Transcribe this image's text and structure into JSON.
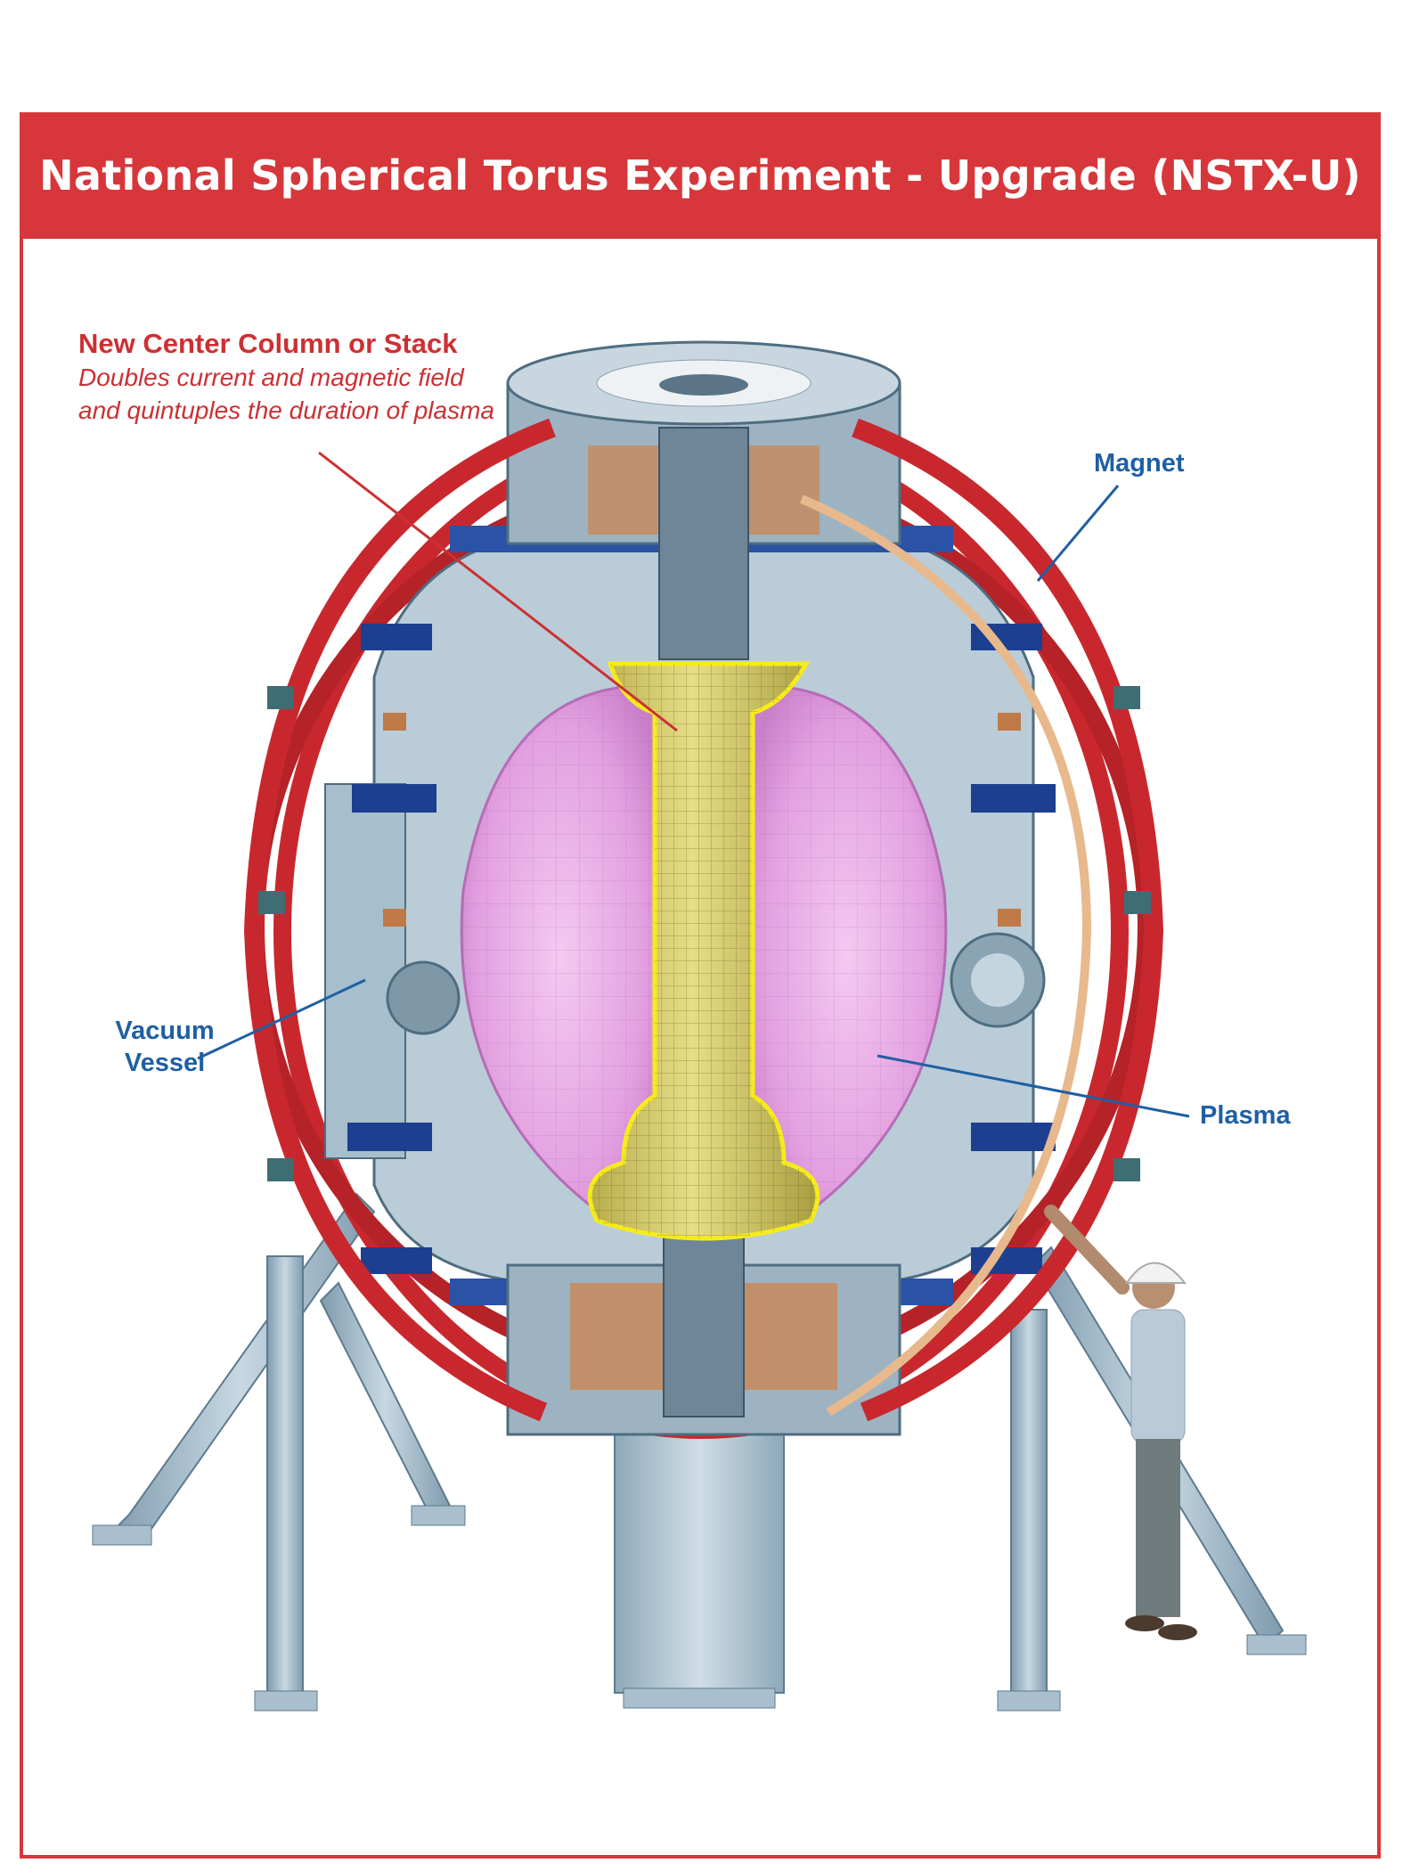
{
  "title": "National Spherical Torus Experiment - Upgrade (NSTX-U)",
  "callouts": {
    "center_column": {
      "heading": "New Center Column or Stack",
      "description": "Doubles current and magnetic field and quintuples the duration of plasma"
    },
    "magnet": "Magnet",
    "vacuum_vessel": "Vacuum Vessel",
    "plasma": "Plasma"
  },
  "colors": {
    "frame_red": "#d7373a",
    "callout_red": "#cc3033",
    "label_blue": "#1f5fa3",
    "plasma_pink": "#e8a6e6",
    "center_column_yellow": "#d9cf6b",
    "highlight_yellow": "#f5ec1a",
    "magnet_red": "#c8282d",
    "coil_blue": "#1d3f8f",
    "steel": "#9fb6c4"
  }
}
